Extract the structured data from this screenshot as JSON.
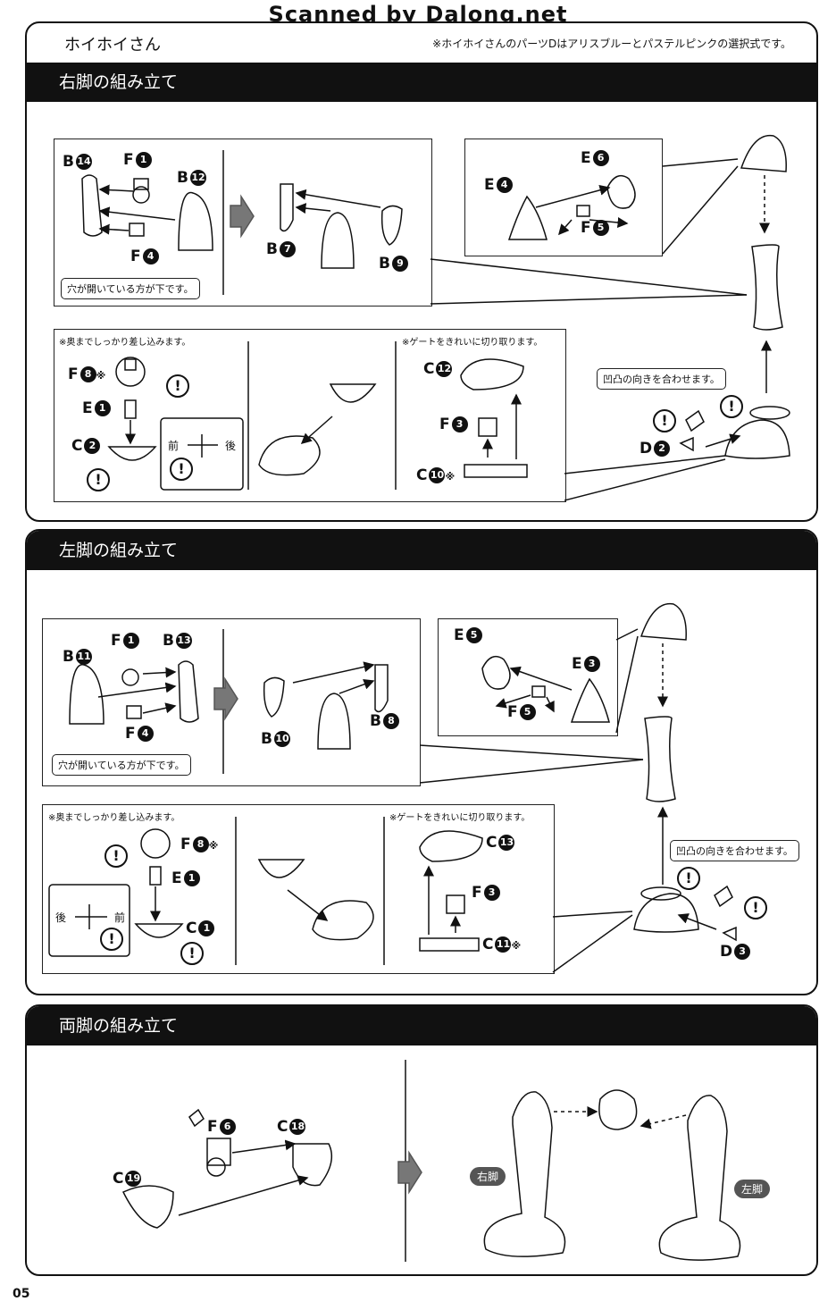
{
  "watermark": "Scanned by Dalong.net",
  "header": {
    "title": "ホイホイさん",
    "note": "※ホイホイさんのパーツDはアリスブルーとパステルピンクの選択式です。"
  },
  "sections": {
    "right_leg": {
      "title": "右脚の組み立て",
      "hole_note": "穴が開いている方が下です。",
      "insert_note": "※奥までしっかり差し込みます。",
      "gate_note": "※ゲートをきれいに切り取ります。",
      "align_note": "凹凸の向きを合わせます。",
      "front": "前",
      "back": "後"
    },
    "left_leg": {
      "title": "左脚の組み立て",
      "hole_note": "穴が開いている方が下です。",
      "insert_note": "※奥までしっかり差し込みます。",
      "gate_note": "※ゲートをきれいに切り取ります。",
      "align_note": "凹凸の向きを合わせます。",
      "front": "前",
      "back": "後"
    },
    "both_legs": {
      "title": "両脚の組み立て",
      "right_tag": "右脚",
      "left_tag": "左脚"
    }
  },
  "parts": {
    "B14": {
      "l": "B",
      "n": "14"
    },
    "F1": {
      "l": "F",
      "n": "1"
    },
    "B12": {
      "l": "B",
      "n": "12"
    },
    "F4": {
      "l": "F",
      "n": "4"
    },
    "B7": {
      "l": "B",
      "n": "7"
    },
    "B9": {
      "l": "B",
      "n": "9"
    },
    "E6": {
      "l": "E",
      "n": "6"
    },
    "E4": {
      "l": "E",
      "n": "4"
    },
    "F5": {
      "l": "F",
      "n": "5"
    },
    "F8": {
      "l": "F",
      "n": "8"
    },
    "E1": {
      "l": "E",
      "n": "1"
    },
    "C2": {
      "l": "C",
      "n": "2"
    },
    "C12": {
      "l": "C",
      "n": "12"
    },
    "F3": {
      "l": "F",
      "n": "3"
    },
    "C10": {
      "l": "C",
      "n": "10"
    },
    "D2": {
      "l": "D",
      "n": "2"
    },
    "B11": {
      "l": "B",
      "n": "11"
    },
    "B13": {
      "l": "B",
      "n": "13"
    },
    "B10": {
      "l": "B",
      "n": "10"
    },
    "B8": {
      "l": "B",
      "n": "8"
    },
    "E5": {
      "l": "E",
      "n": "5"
    },
    "E3": {
      "l": "E",
      "n": "3"
    },
    "C1": {
      "l": "C",
      "n": "1"
    },
    "C13": {
      "l": "C",
      "n": "13"
    },
    "C11": {
      "l": "C",
      "n": "11"
    },
    "D3": {
      "l": "D",
      "n": "3"
    },
    "F6": {
      "l": "F",
      "n": "6"
    },
    "C18": {
      "l": "C",
      "n": "18"
    },
    "C19": {
      "l": "C",
      "n": "19"
    }
  },
  "asterisk": "※",
  "excl": "!",
  "page_number": "05"
}
